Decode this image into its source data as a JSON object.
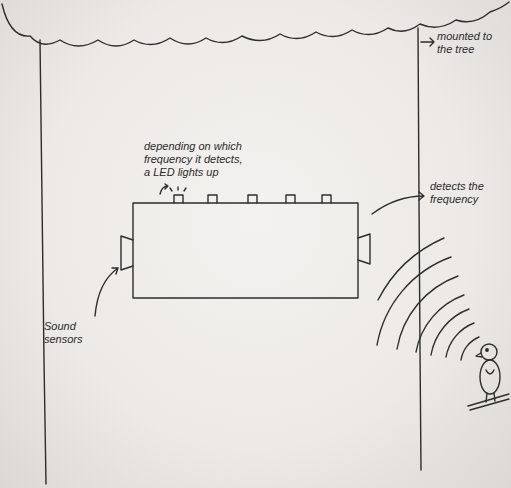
{
  "diagram": {
    "labels": [
      "depending on which frequency it detects, a LED lights up",
      "mounted to the tree",
      "detects the frequency",
      "Sound sensors"
    ]
  }
}
